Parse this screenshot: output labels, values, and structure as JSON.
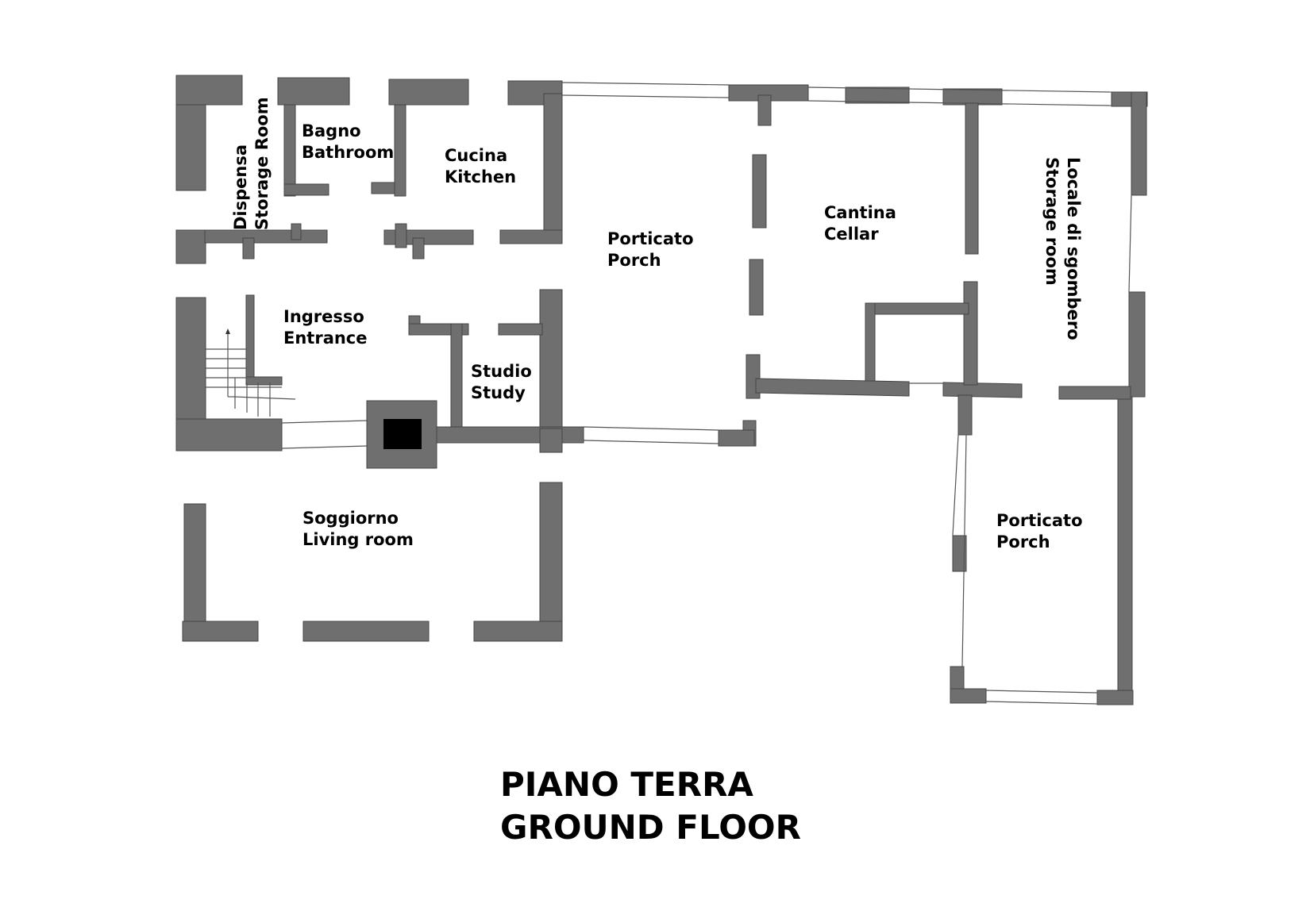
{
  "rooms": {
    "storage_room": {
      "it": "Dispensa",
      "en": "Storage Room"
    },
    "bathroom": {
      "it": "Bagno",
      "en": "Bathroom"
    },
    "kitchen": {
      "it": "Cucina",
      "en": "Kitchen"
    },
    "porch_main": {
      "it": "Porticato",
      "en": "Porch"
    },
    "cellar": {
      "it": "Cantina",
      "en": "Cellar"
    },
    "lumber_room": {
      "it": "Locale di sgombero",
      "en": "Storage room"
    },
    "entrance": {
      "it": "Ingresso",
      "en": "Entrance"
    },
    "study": {
      "it": "Studio",
      "en": "Study"
    },
    "living_room": {
      "it": "Soggiorno",
      "en": "Living room"
    },
    "porch_side": {
      "it": "Porticato",
      "en": "Porch"
    }
  },
  "title": {
    "it": "PIANO TERRA",
    "en": "GROUND FLOOR"
  },
  "colors": {
    "wall": "#6f6f6f",
    "chimney": "#000000"
  }
}
